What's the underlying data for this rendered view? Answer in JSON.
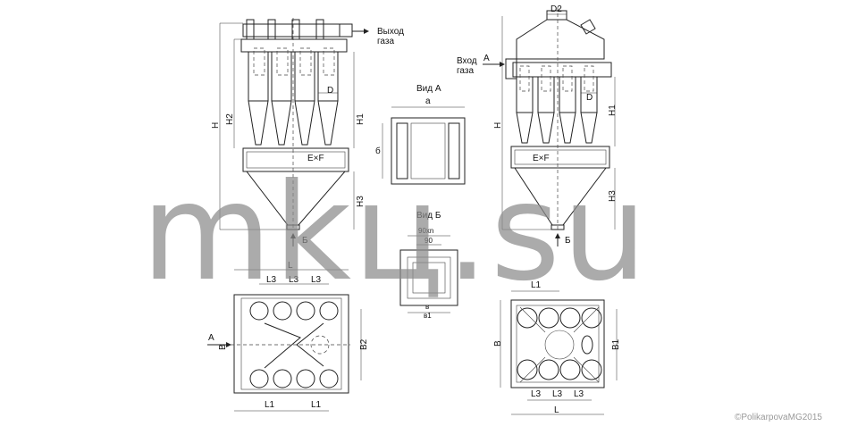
{
  "labels": {
    "gas_outlet_line1": "Выход",
    "gas_outlet_line2": "газа",
    "gas_inlet_line1": "Вход",
    "gas_inlet_line2": "газа",
    "arrow_a": "А",
    "arrow_b": "Б",
    "view_a": "Вид А",
    "view_b": "Вид Б",
    "dim_a": "а",
    "dim_b": "б",
    "dim_v": "в",
    "dim_v1": "в1",
    "dim_90xn": "90хn",
    "dim_90": "90",
    "h": "H",
    "h1": "H1",
    "h2": "H2",
    "h3": "H3",
    "d": "D",
    "d2": "D2",
    "exf": "E×F",
    "l": "L",
    "l1": "L1",
    "l3": "L3",
    "b": "B",
    "b1": "B1",
    "b2": "B2"
  },
  "watermark": "mkц.su",
  "copyright": "©PolikarpovaMG2015"
}
